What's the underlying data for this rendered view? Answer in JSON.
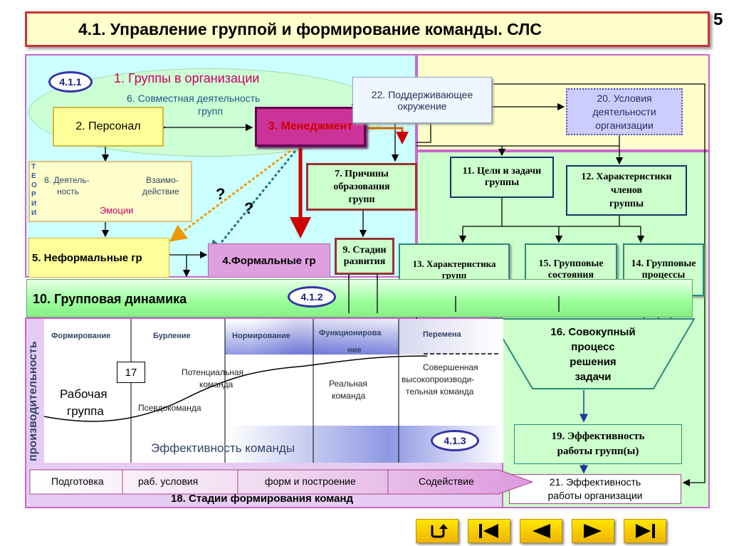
{
  "title": "4.1. Управление группой и формирование команды. СЛС",
  "page_number": "5",
  "badges": {
    "b411": "4.1.1",
    "b412": "4.1.2",
    "b413": "4.1.3"
  },
  "nodes": {
    "n1": "1. Группы в организации",
    "n6a": "6. Совместная деятельность",
    "n6b": "групп",
    "n2": "2. Персонал",
    "n3": "3. Менеджмент",
    "n22a": "22. Поддерживающее",
    "n22b": "окружение",
    "n20a": "20. Условия",
    "n20b": "деятельности",
    "n20c": "организации",
    "theory": [
      "Т",
      "Е",
      "О",
      "Р",
      "И",
      "И"
    ],
    "n8a": "8. Деятель-",
    "n8b": "ность",
    "interaction_a": "Взаимо-",
    "interaction_b": "действие",
    "emotions": "Эмоции",
    "n7a": "7. Причины",
    "n7b": "образования",
    "n7c": "групп",
    "n11a": "11. Цели и задачи",
    "n11b": "группы",
    "n12a": "12. Характеристики",
    "n12b": "членов",
    "n12c": "группы",
    "q1": "?",
    "q2": "?",
    "n5": "5. Неформальные гр",
    "n4": "4.Формальные гр",
    "n9a": "9. Стадии",
    "n9b": "развития",
    "n13a": "13. Характеристика",
    "n13b": "групп",
    "n15a": "15. Групповые",
    "n15b": "состояния",
    "n14a": "14. Групповые",
    "n14b": "процессы",
    "n10": "10.  Групповая динамика",
    "n16": [
      "16. Совокупный",
      "процесс",
      "решения",
      "задачи"
    ],
    "n19a": "19. Эффективность",
    "n19b": "работы групп(ы)",
    "n21a": "21. Эффективность",
    "n21b": "работы организации",
    "n17": "17",
    "n18": "18.  Стадии формирования команд"
  },
  "stages": [
    "Формирование",
    "Бурление",
    "Нормирование",
    "Функционирова",
    "ние",
    "Перемена"
  ],
  "team_chart": {
    "ylabel": "производительность",
    "working_group_a": "Рабочая",
    "working_group_b": "группа",
    "potential_a": "Потенциальная",
    "potential_b": "команда",
    "pseudo": "Псевдокоманда",
    "real_a": "Реальная",
    "real_b": "команда",
    "perfect_a": "Совершенная",
    "perfect_b": "высокопроизводи-",
    "perfect_c": "тельная команда",
    "efficiency": "Эффективность команды"
  },
  "bottom_stages": [
    "Подготовка",
    "раб. условия",
    "форм и построение",
    "Содействие"
  ],
  "colors": {
    "title_bg": "#ffffcc",
    "title_border": "#cc3333",
    "personnel": "#ffff99",
    "management": "#cc3399",
    "informal": "#ffff99",
    "formal": "#e0a0e0",
    "green_box": "#ccffcc",
    "dynamics": "#99ff99"
  },
  "nav_icons": [
    "return-icon",
    "first-slide-icon",
    "prev-slide-icon",
    "next-slide-icon",
    "last-slide-icon"
  ]
}
